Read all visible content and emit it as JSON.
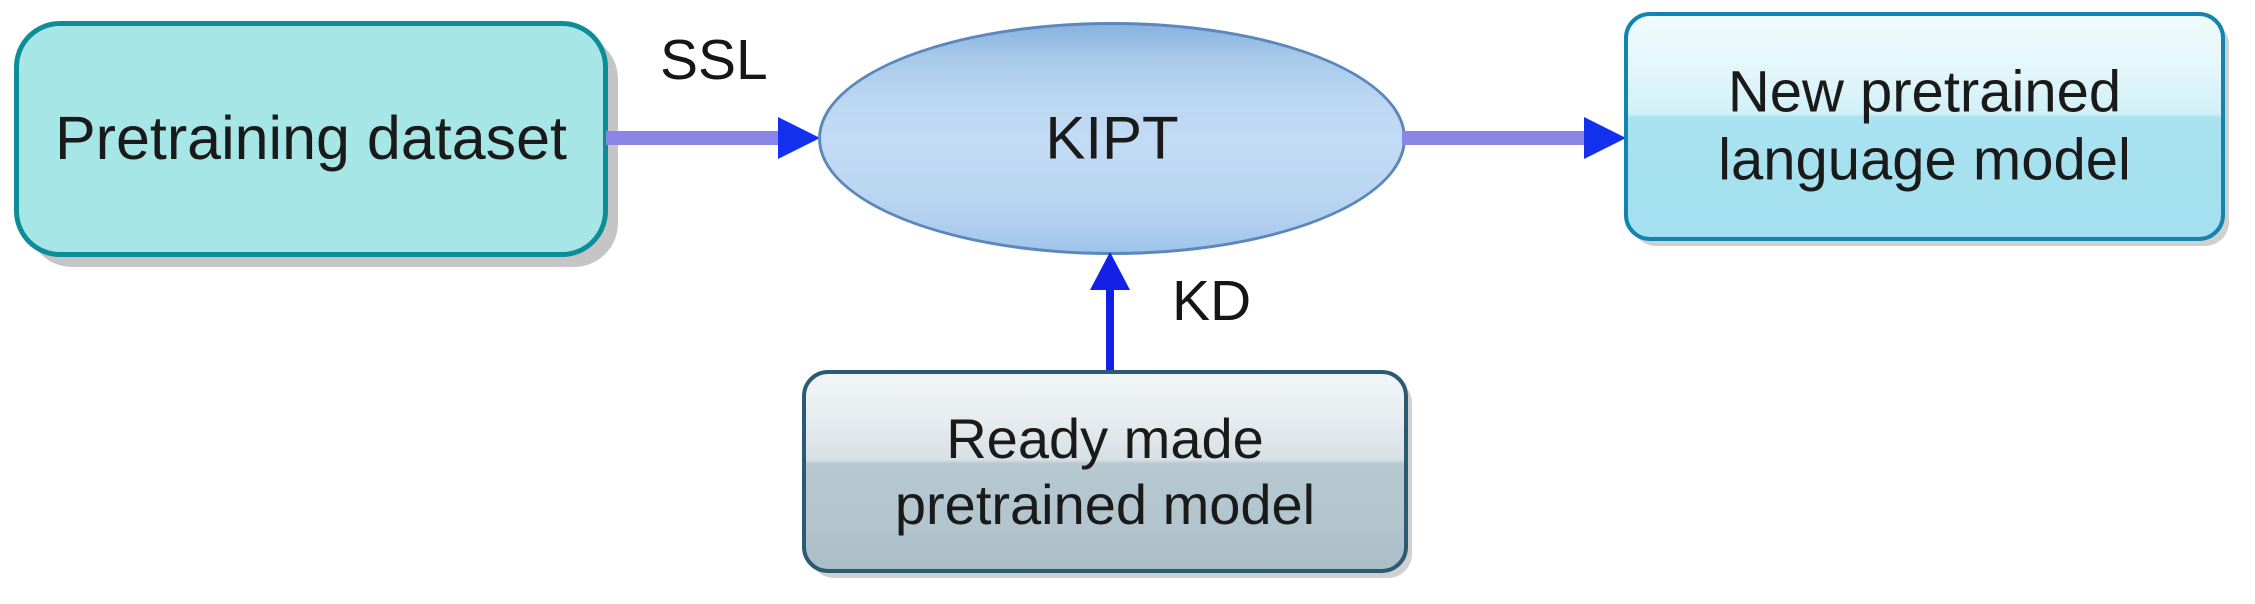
{
  "diagram": {
    "title": "KIPT knowledge-injected pretraining flow",
    "nodes": {
      "pretraining_dataset": {
        "label": "Pretraining dataset",
        "shape": "rounded-rectangle",
        "fill": "#a6e6e6",
        "border": "#0d8d97"
      },
      "kipt": {
        "label": "KIPT",
        "shape": "ellipse",
        "fill": "#bcd7f2",
        "border": "#5b87bd"
      },
      "new_model": {
        "label": "New pretrained\nlanguage model",
        "shape": "rounded-rectangle",
        "fill": "#a4e0ef",
        "border": "#1284b0"
      },
      "ready_model": {
        "label": "Ready made\npretrained model",
        "shape": "rounded-rectangle",
        "fill": "#b2c5ce",
        "border": "#2b5a72"
      }
    },
    "edges": {
      "ssl": {
        "label": "SSL",
        "from": "pretraining_dataset",
        "to": "kipt",
        "direction": "right",
        "shaft_color": "#8a86e8",
        "head_color": "#1230ee"
      },
      "output": {
        "label": "",
        "from": "kipt",
        "to": "new_model",
        "direction": "right",
        "shaft_color": "#8a86e8",
        "head_color": "#1230ee"
      },
      "kd": {
        "label": "KD",
        "from": "ready_model",
        "to": "kipt",
        "direction": "up",
        "shaft_color": "#1220e8",
        "head_color": "#1220e8"
      }
    }
  }
}
